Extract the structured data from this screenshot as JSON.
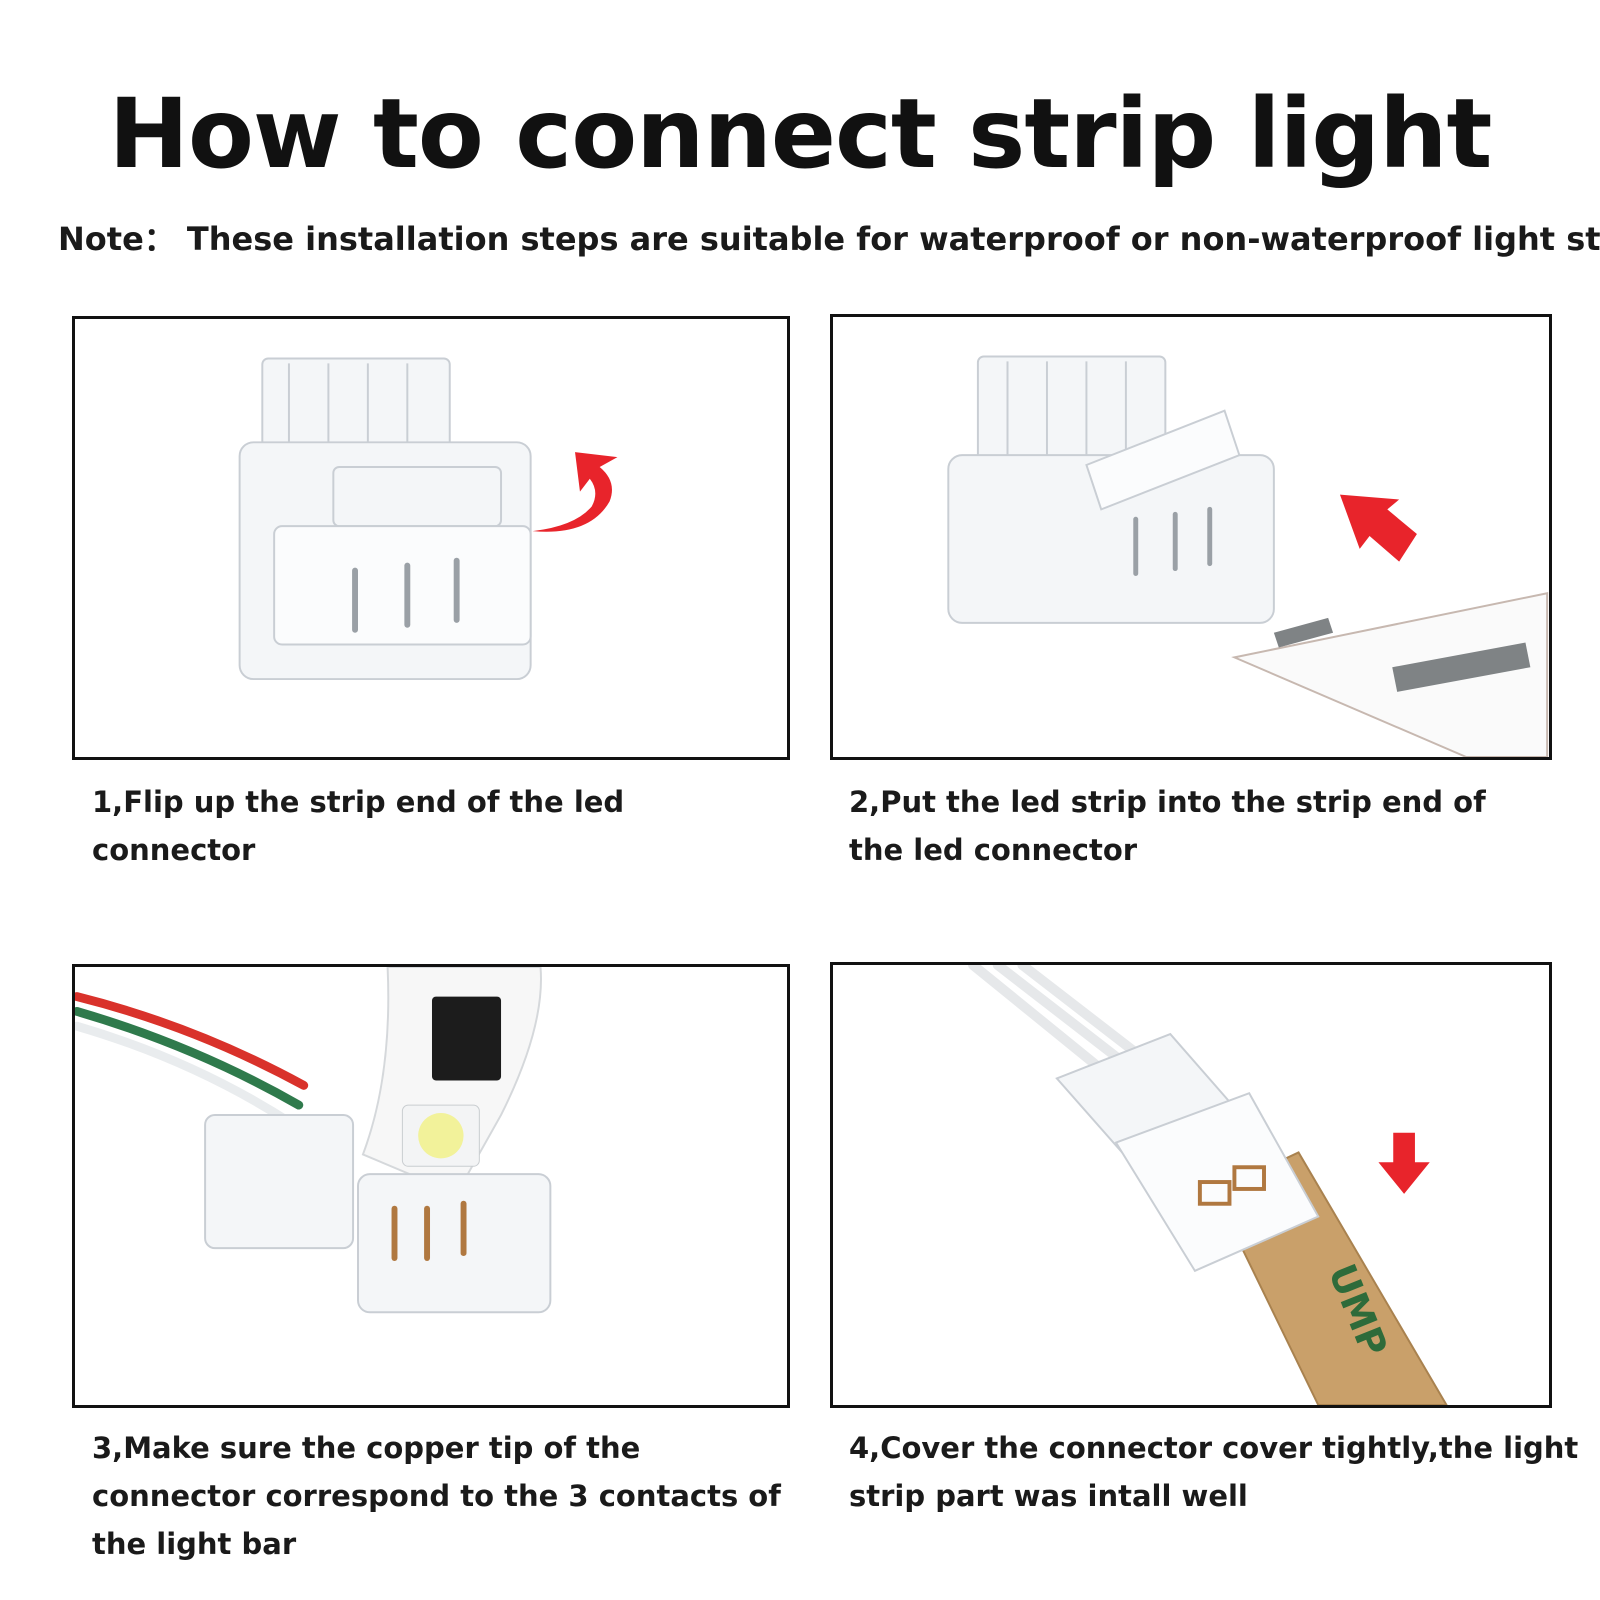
{
  "title": "How to connect strip light",
  "note": "Note： These installation steps are suitable for waterproof or non-waterproof light strips",
  "steps": [
    {
      "caption": "1,Flip up the strip end of the led connector",
      "image": "connector-lid-open-icon"
    },
    {
      "caption": "2,Put the led strip into the strip end of the led connector",
      "image": "strip-insert-icon"
    },
    {
      "caption": "3,Make sure the copper tip of the connector correspond to the 3 contacts of the light bar",
      "image": "copper-tip-contacts-icon"
    },
    {
      "caption": "4,Cover the connector cover tightly,the light strip part was intall well",
      "image": "connector-closed-icon"
    }
  ],
  "colors": {
    "arrow": "#e8242b",
    "text": "#111111",
    "border": "#111111"
  }
}
